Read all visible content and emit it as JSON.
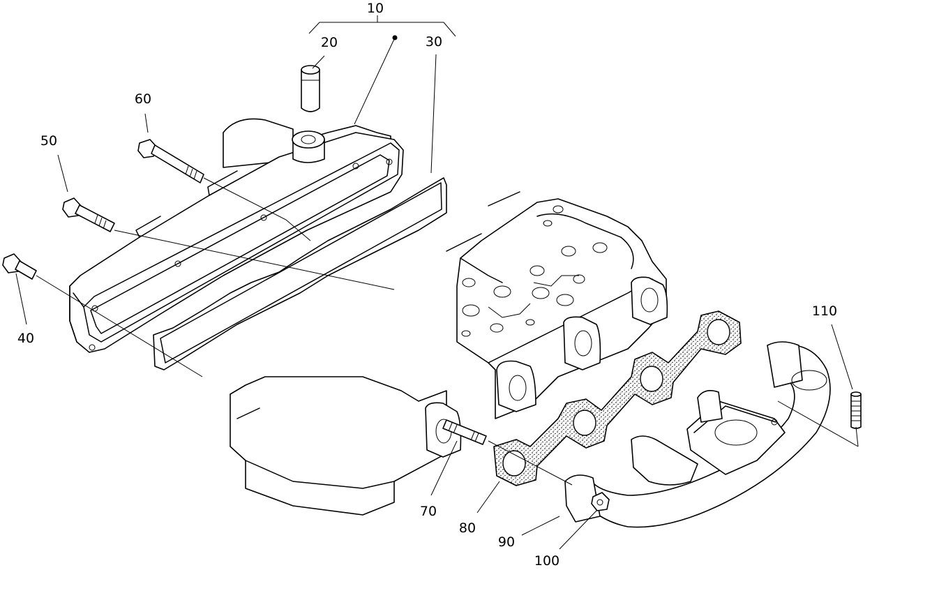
{
  "callouts": {
    "c10": "10",
    "c20": "20",
    "c30": "30",
    "c40": "40",
    "c50": "50",
    "c60": "60",
    "c70": "70",
    "c80": "80",
    "c90": "90",
    "c100": "100",
    "c110": "110"
  }
}
